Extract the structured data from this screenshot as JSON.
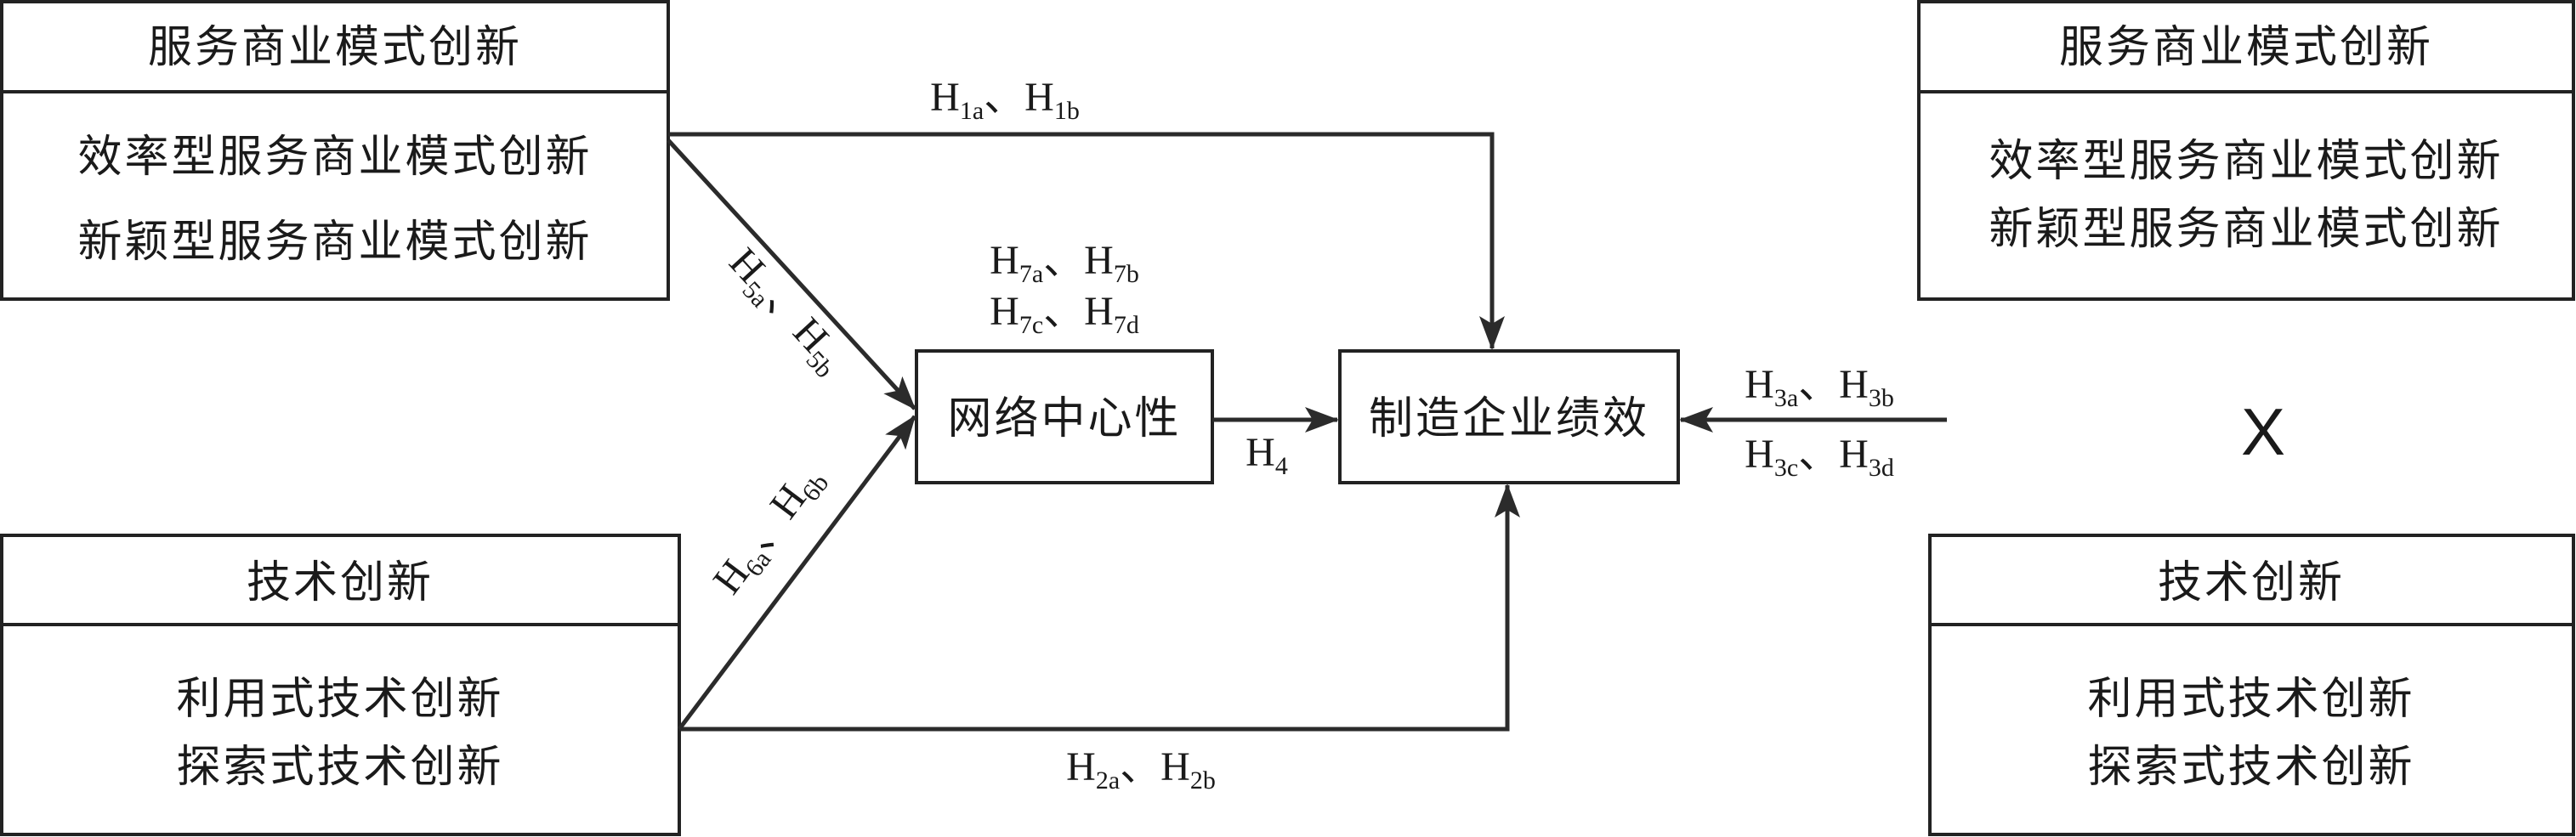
{
  "boxes": {
    "service_left": {
      "title": "服务商业模式创新",
      "items": [
        "效率型服务商业模式创新",
        "新颖型服务商业模式创新"
      ]
    },
    "tech_left": {
      "title": "技术创新",
      "items": [
        "利用式技术创新",
        "探索式技术创新"
      ]
    },
    "network": {
      "label": "网络中心性"
    },
    "performance": {
      "label": "制造企业绩效"
    },
    "service_right": {
      "title": "服务商业模式创新",
      "items": [
        "效率型服务商业模式创新",
        "新颖型服务商业模式创新"
      ]
    },
    "tech_right": {
      "title": "技术创新",
      "items": [
        "利用式技术创新",
        "探索式技术创新"
      ]
    }
  },
  "interaction_symbol": "X",
  "separator": "、",
  "hypotheses": {
    "h1": {
      "a": {
        "main": "H",
        "sub": "1a"
      },
      "b": {
        "main": "H",
        "sub": "1b"
      }
    },
    "h2": {
      "a": {
        "main": "H",
        "sub": "2a"
      },
      "b": {
        "main": "H",
        "sub": "2b"
      }
    },
    "h3_top": {
      "a": {
        "main": "H",
        "sub": "3a"
      },
      "b": {
        "main": "H",
        "sub": "3b"
      }
    },
    "h3_bottom": {
      "a": {
        "main": "H",
        "sub": "3c"
      },
      "b": {
        "main": "H",
        "sub": "3d"
      }
    },
    "h4": {
      "main": "H",
      "sub": "4"
    },
    "h5": {
      "a": {
        "main": "H",
        "sub": "5a"
      },
      "b": {
        "main": "H",
        "sub": "5b"
      }
    },
    "h6": {
      "a": {
        "main": "H",
        "sub": "6a"
      },
      "b": {
        "main": "H",
        "sub": "6b"
      }
    },
    "h7_top": {
      "a": {
        "main": "H",
        "sub": "7a"
      },
      "b": {
        "main": "H",
        "sub": "7b"
      }
    },
    "h7_bottom": {
      "a": {
        "main": "H",
        "sub": "7c"
      },
      "b": {
        "main": "H",
        "sub": "7d"
      }
    }
  }
}
